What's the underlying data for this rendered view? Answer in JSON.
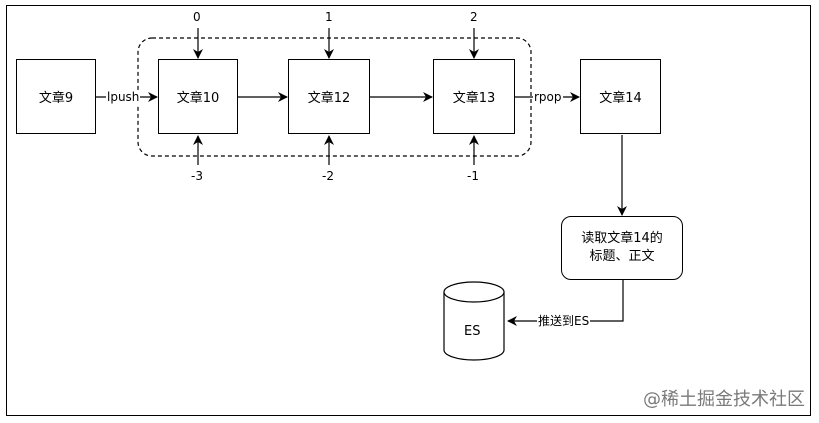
{
  "nodes": {
    "article9": "文章9",
    "article10": "文章10",
    "article12": "文章12",
    "article13": "文章13",
    "article14": "文章14",
    "read_line1": "读取文章14的",
    "read_line2": "标题、正文",
    "es": "ES"
  },
  "edges": {
    "lpush": "lpush",
    "rpop": "rpop",
    "push_to_es": "推送到ES"
  },
  "indices": {
    "top": [
      "0",
      "1",
      "2"
    ],
    "bottom": [
      "-3",
      "-2",
      "-1"
    ]
  },
  "watermark": "@稀土掘金技术社区"
}
